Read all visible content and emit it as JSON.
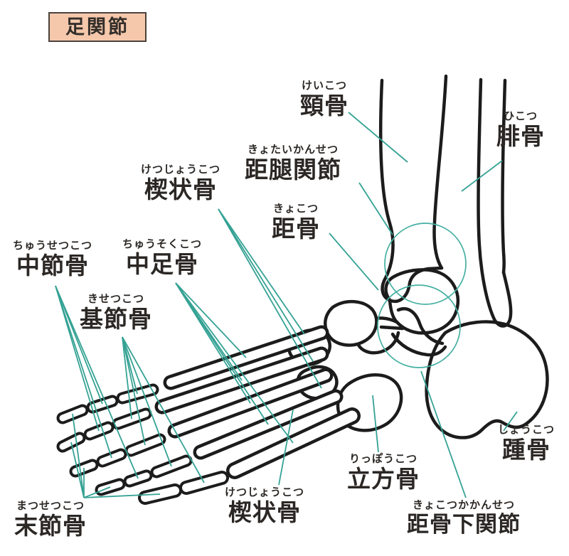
{
  "title": {
    "text": "足関節"
  },
  "colors": {
    "accent_teal": "#35a294",
    "joint_circle_teal": "#45b0a2",
    "title_background": "#f5c8ab",
    "bone_line": "#1c1c1c",
    "text": "#2b2724"
  },
  "labels": [
    {
      "id": "tibia",
      "furigana": "けいこつ",
      "kanji": "頸骨"
    },
    {
      "id": "fibula",
      "furigana": "ひこつ",
      "kanji": "腓骨"
    },
    {
      "id": "talocrural-joint",
      "furigana": "きょたいかんせつ",
      "kanji": "距腿関節"
    },
    {
      "id": "talus",
      "furigana": "きょこつ",
      "kanji": "距骨"
    },
    {
      "id": "cuneiform-top",
      "furigana": "けつじょうこつ",
      "kanji": "楔状骨"
    },
    {
      "id": "metatarsal",
      "furigana": "ちゅうそくこつ",
      "kanji": "中足骨"
    },
    {
      "id": "middle-phalanx",
      "furigana": "ちゅうせつこつ",
      "kanji": "中節骨"
    },
    {
      "id": "proximal-phalanx",
      "furigana": "きせつこつ",
      "kanji": "基節骨"
    },
    {
      "id": "distal-phalanx",
      "furigana": "まつせつこつ",
      "kanji": "末節骨"
    },
    {
      "id": "cuneiform-bottom",
      "furigana": "けつじょうこつ",
      "kanji": "楔状骨"
    },
    {
      "id": "cuboid",
      "furigana": "りっぽうこつ",
      "kanji": "立方骨"
    },
    {
      "id": "subtalar-joint",
      "furigana": "きょこつかかんせつ",
      "kanji": "距骨下関節"
    },
    {
      "id": "calcaneus",
      "furigana": "しょうこつ",
      "kanji": "踵骨"
    }
  ]
}
